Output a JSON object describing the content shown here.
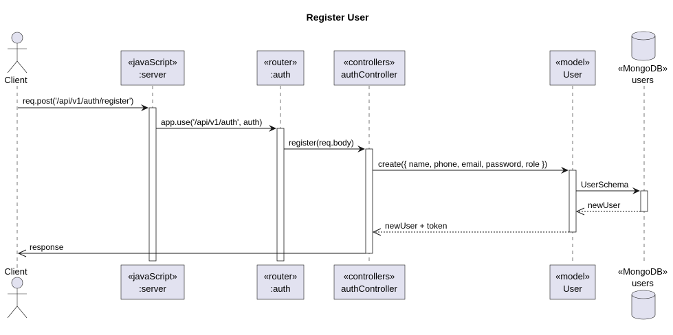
{
  "title": "Register User",
  "participants": {
    "client": {
      "label": "Client"
    },
    "server": {
      "stereotype": "«javaScript»",
      "label": ":server"
    },
    "auth": {
      "stereotype": "«router»",
      "label": ":auth"
    },
    "auth_controller": {
      "stereotype": "«controllers»",
      "label": "authController"
    },
    "user": {
      "stereotype": "«model»",
      "label": "User"
    },
    "users": {
      "stereotype": "«MongoDB»",
      "label": "users"
    }
  },
  "messages": [
    {
      "text": "req.post('/api/v1/auth/register')",
      "from": "client",
      "to": "server",
      "style": "sync"
    },
    {
      "text": "app.use('/api/v1/auth', auth)",
      "from": "server",
      "to": "auth",
      "style": "sync"
    },
    {
      "text": "register(req.body)",
      "from": "auth",
      "to": "auth_controller",
      "style": "sync"
    },
    {
      "text": "create({ name, phone, email, password, role })",
      "from": "auth_controller",
      "to": "user",
      "style": "sync"
    },
    {
      "text": "UserSchema",
      "from": "user",
      "to": "users",
      "style": "sync"
    },
    {
      "text": "newUser",
      "from": "users",
      "to": "user",
      "style": "return"
    },
    {
      "text": "newUser + token",
      "from": "user",
      "to": "auth_controller",
      "style": "return"
    },
    {
      "text": "response",
      "from": "auth_controller",
      "to": "client",
      "style": "sync"
    }
  ],
  "colors": {
    "participant_fill": "#E2E2F0",
    "line": "#181818",
    "background": "#FFFFFF"
  }
}
